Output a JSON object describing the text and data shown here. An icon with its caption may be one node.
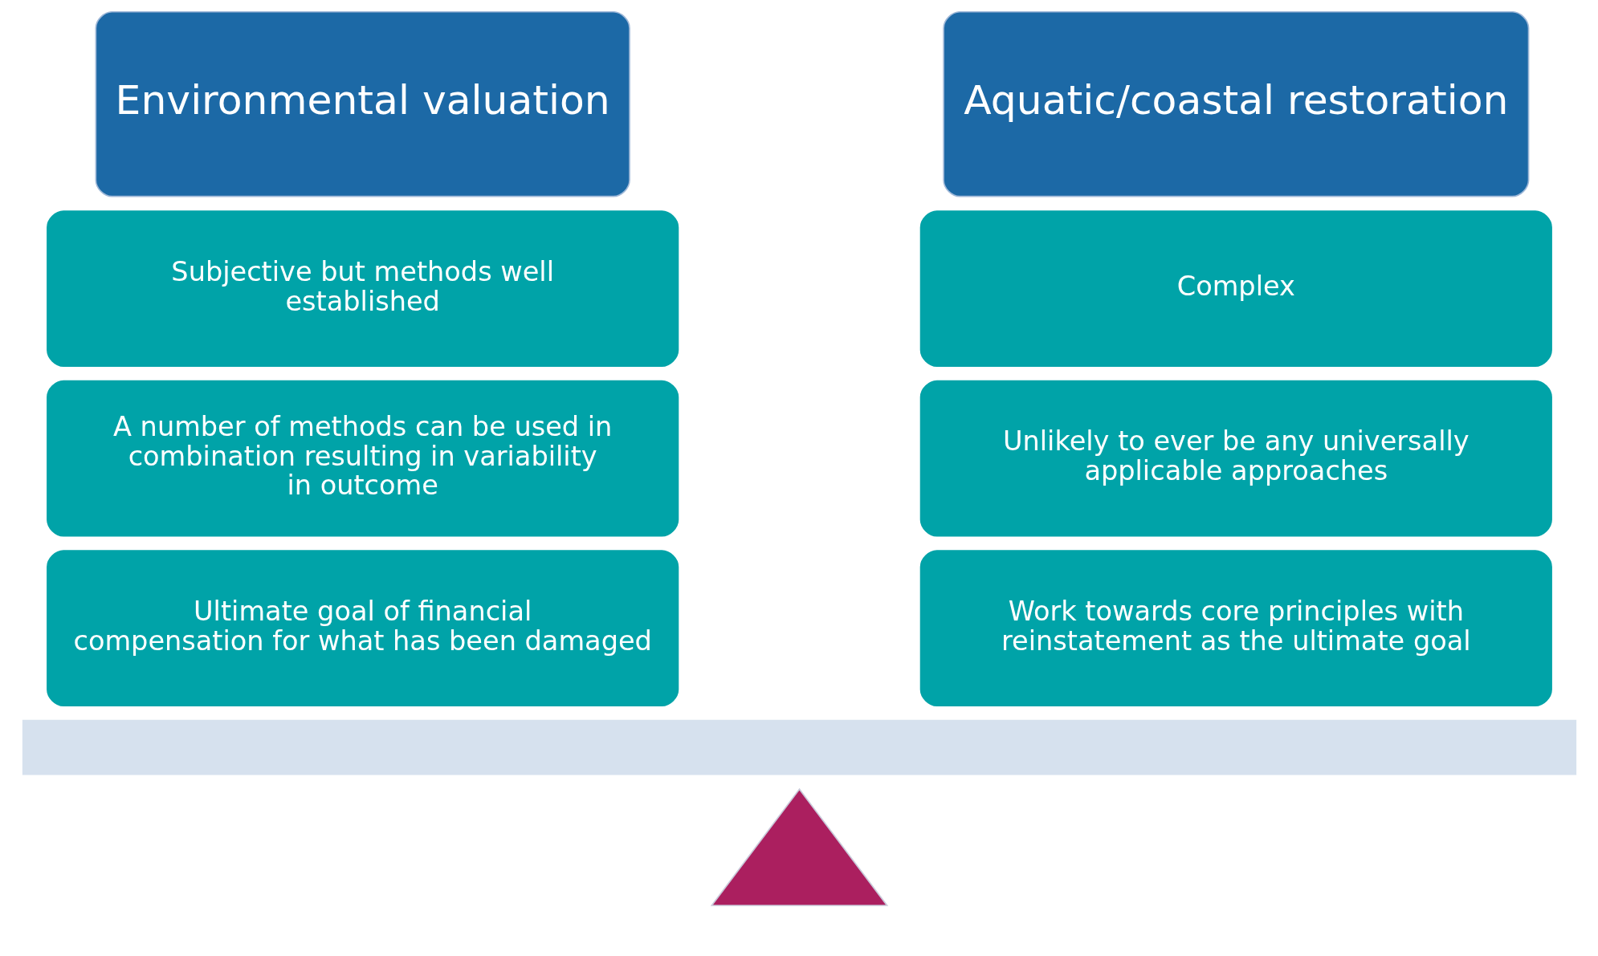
{
  "diagram": {
    "nodes": [
      {
        "text": [
          "Environmental valuation"
        ]
      },
      {
        "text": [
          "Aquatic/coastal restoration"
        ]
      },
      {
        "text": [
          "Subjective but methods well established"
        ]
      },
      {
        "text": [
          "Complex"
        ]
      },
      {
        "text": [
          "A number of methods can be used in combination resulting in variability in outcome"
        ]
      },
      {
        "text": [
          "Unlikely to ever be any universally applicable approaches"
        ]
      },
      {
        "text": [
          "Ultimate goal of financial compensation for what has been damaged"
        ]
      },
      {
        "text": [
          "Work towards core principles with reinstatement as the ultimate goal"
        ]
      },
      {
        "text": [],
        "shape": "bar"
      },
      {
        "text": [],
        "shape": "triangle"
      }
    ],
    "edges": []
  }
}
